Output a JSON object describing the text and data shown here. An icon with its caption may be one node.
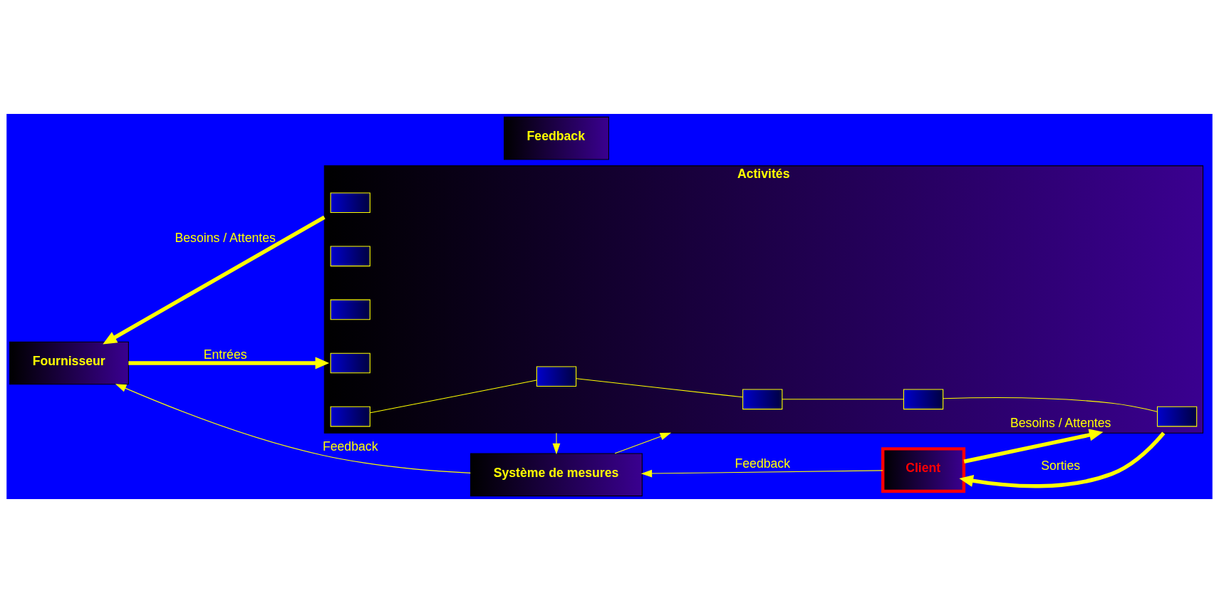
{
  "diagram": {
    "nodes": [
      {
        "text": [
          "Fournisseur"
        ]
      },
      {
        "text": [
          "Activités"
        ]
      },
      {
        "text": [],
        "shape": "box",
        "in": 1
      },
      {
        "text": [],
        "shape": "box",
        "in": 1
      },
      {
        "text": [],
        "shape": "box",
        "in": 1
      },
      {
        "text": [],
        "shape": "box",
        "in": 1
      },
      {
        "text": [],
        "shape": "box",
        "in": 1
      },
      {
        "text": [],
        "shape": "box",
        "in": 1
      },
      {
        "text": [],
        "shape": "box",
        "in": 1
      },
      {
        "text": [],
        "shape": "box",
        "in": 1
      },
      {
        "text": [],
        "shape": "box",
        "in": 1
      },
      {
        "text": [
          "Client"
        ]
      },
      {
        "text": [
          "Feedback"
        ]
      },
      {
        "text": [
          "Système de mesures"
        ]
      }
    ],
    "edges": [
      {
        "from": 1,
        "to": 0,
        "arrow": "to",
        "label": "Besoins / Attentes",
        "style": "thick"
      },
      {
        "from": 0,
        "to": 1,
        "arrow": "to",
        "label": "Entrées",
        "style": "thick"
      },
      {
        "from": 11,
        "to": 1,
        "arrow": "to",
        "label": "Besoins / Attentes",
        "style": "thick"
      },
      {
        "from": 1,
        "to": 11,
        "arrow": "to",
        "label": "Sorties",
        "style": "thick"
      },
      {
        "from": 6,
        "to": 7,
        "arrow": "none"
      },
      {
        "from": 7,
        "to": 8,
        "arrow": "none"
      },
      {
        "from": 8,
        "to": 9,
        "arrow": "none"
      },
      {
        "from": 9,
        "to": 10,
        "arrow": "none"
      },
      {
        "from": 1,
        "to": 13,
        "arrow": "to"
      },
      {
        "from": 13,
        "to": 1,
        "arrow": "to"
      },
      {
        "from": 13,
        "to": 0,
        "arrow": "to",
        "label": "Feedback"
      },
      {
        "from": 11,
        "to": 13,
        "arrow": "to",
        "label": "Feedback"
      }
    ]
  }
}
